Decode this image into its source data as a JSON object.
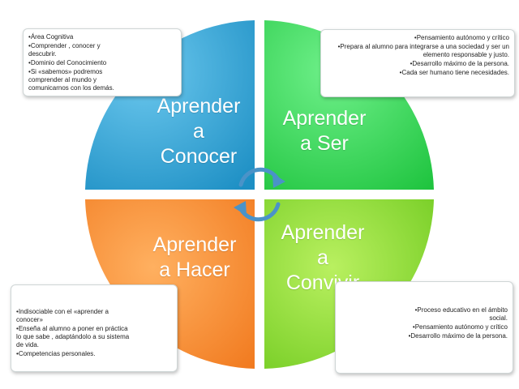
{
  "quadrants": {
    "conocer": {
      "label": "Aprender\na\nConocer",
      "color": "#2a9fd0"
    },
    "ser": {
      "label": "Aprender\na Ser",
      "color": "#2bd94f"
    },
    "hacer": {
      "label": "Aprender\na Hacer",
      "color": "#f58420"
    },
    "convivir": {
      "label": "Aprender\na\nConvivir",
      "color": "#7fd62a"
    }
  },
  "notes": {
    "conocer": [
      "Área Cognitiva",
      "Comprender  , conocer y descubrir.",
      "Dominio del Conocimiento",
      "Si «sabemos» podremos comprender al mundo y comunicarnos con los demás."
    ],
    "ser": [
      "Pensamiento autónomo y crítico",
      "Prepara al alumno para integrarse a una sociedad y ser  un elemento responsable y justo.",
      "Desarrollo máximo de la persona.",
      "Cada ser humano tiene necesidades."
    ],
    "hacer": [
      "Indisociable con el «aprender a conocer»",
      "Enseña al alumno a poner en práctica lo que sabe ,  adaptándolo a su sistema de vida.",
      "Competencias  personales."
    ],
    "convivir": [
      "Proceso educativo en el ámbito social.",
      "Pensamiento autónomo y crítico",
      "Desarrollo  máximo de la persona."
    ]
  },
  "arrows": {
    "color": "#4a93c8"
  }
}
